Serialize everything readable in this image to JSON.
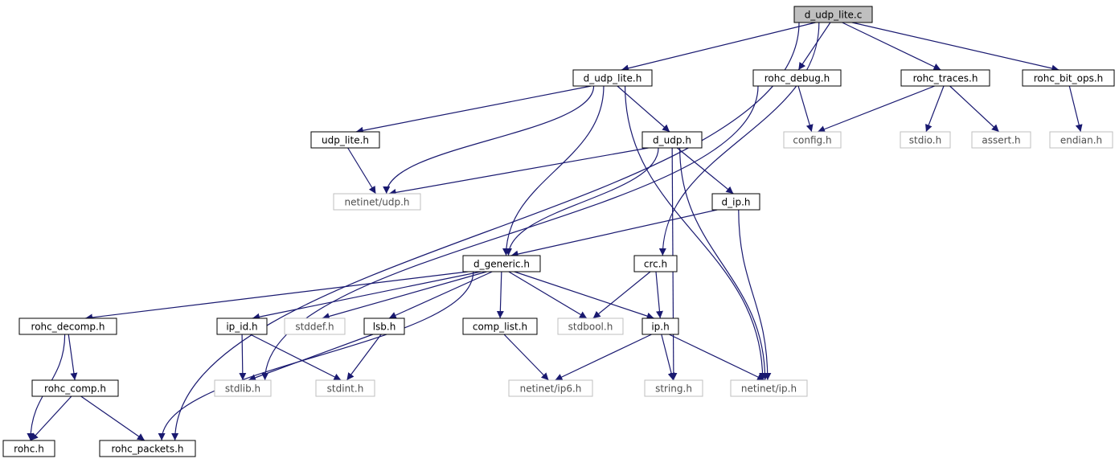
{
  "graph": {
    "root": "d_udp_lite.c",
    "nodes": [
      {
        "id": "d_udp_lite_c",
        "label": "d_udp_lite.c",
        "kind": "root"
      },
      {
        "id": "d_udp_lite_h",
        "label": "d_udp_lite.h",
        "kind": "internal"
      },
      {
        "id": "rohc_debug_h",
        "label": "rohc_debug.h",
        "kind": "internal"
      },
      {
        "id": "rohc_traces_h",
        "label": "rohc_traces.h",
        "kind": "internal"
      },
      {
        "id": "rohc_bit_ops_h",
        "label": "rohc_bit_ops.h",
        "kind": "internal"
      },
      {
        "id": "udp_lite_h",
        "label": "udp_lite.h",
        "kind": "internal"
      },
      {
        "id": "d_udp_h",
        "label": "d_udp.h",
        "kind": "internal"
      },
      {
        "id": "config_h",
        "label": "config.h",
        "kind": "external"
      },
      {
        "id": "stdio_h",
        "label": "stdio.h",
        "kind": "external"
      },
      {
        "id": "assert_h",
        "label": "assert.h",
        "kind": "external"
      },
      {
        "id": "endian_h",
        "label": "endian.h",
        "kind": "external"
      },
      {
        "id": "netinet_udp_h",
        "label": "netinet/udp.h",
        "kind": "external"
      },
      {
        "id": "d_ip_h",
        "label": "d_ip.h",
        "kind": "internal"
      },
      {
        "id": "d_generic_h",
        "label": "d_generic.h",
        "kind": "internal"
      },
      {
        "id": "crc_h",
        "label": "crc.h",
        "kind": "internal"
      },
      {
        "id": "rohc_decomp_h",
        "label": "rohc_decomp.h",
        "kind": "internal"
      },
      {
        "id": "ip_id_h",
        "label": "ip_id.h",
        "kind": "internal"
      },
      {
        "id": "stddef_h",
        "label": "stddef.h",
        "kind": "external"
      },
      {
        "id": "lsb_h",
        "label": "lsb.h",
        "kind": "internal"
      },
      {
        "id": "comp_list_h",
        "label": "comp_list.h",
        "kind": "internal"
      },
      {
        "id": "stdbool_h",
        "label": "stdbool.h",
        "kind": "external"
      },
      {
        "id": "ip_h",
        "label": "ip.h",
        "kind": "internal"
      },
      {
        "id": "rohc_comp_h",
        "label": "rohc_comp.h",
        "kind": "internal"
      },
      {
        "id": "stdlib_h",
        "label": "stdlib.h",
        "kind": "external"
      },
      {
        "id": "stdint_h",
        "label": "stdint.h",
        "kind": "external"
      },
      {
        "id": "netinet_ip6_h",
        "label": "netinet/ip6.h",
        "kind": "external"
      },
      {
        "id": "string_h",
        "label": "string.h",
        "kind": "external"
      },
      {
        "id": "netinet_ip_h",
        "label": "netinet/ip.h",
        "kind": "external"
      },
      {
        "id": "rohc_h",
        "label": "rohc.h",
        "kind": "internal"
      },
      {
        "id": "rohc_packets_h",
        "label": "rohc_packets.h",
        "kind": "internal"
      }
    ],
    "edges": [
      [
        "d_udp_lite_c",
        "d_udp_lite_h"
      ],
      [
        "d_udp_lite_c",
        "rohc_debug_h"
      ],
      [
        "d_udp_lite_c",
        "rohc_traces_h"
      ],
      [
        "d_udp_lite_c",
        "rohc_bit_ops_h"
      ],
      [
        "d_udp_lite_c",
        "crc_h"
      ],
      [
        "d_udp_lite_c",
        "rohc_packets_h"
      ],
      [
        "d_udp_lite_h",
        "udp_lite_h"
      ],
      [
        "d_udp_lite_h",
        "netinet_udp_h"
      ],
      [
        "d_udp_lite_h",
        "d_udp_h"
      ],
      [
        "d_udp_lite_h",
        "d_generic_h"
      ],
      [
        "d_udp_lite_h",
        "netinet_ip_h"
      ],
      [
        "rohc_debug_h",
        "config_h"
      ],
      [
        "rohc_debug_h",
        "stdlib_h"
      ],
      [
        "rohc_traces_h",
        "config_h"
      ],
      [
        "rohc_traces_h",
        "stdio_h"
      ],
      [
        "rohc_traces_h",
        "assert_h"
      ],
      [
        "rohc_bit_ops_h",
        "endian_h"
      ],
      [
        "udp_lite_h",
        "netinet_udp_h"
      ],
      [
        "d_udp_h",
        "netinet_udp_h"
      ],
      [
        "d_udp_h",
        "d_ip_h"
      ],
      [
        "d_udp_h",
        "d_generic_h"
      ],
      [
        "d_udp_h",
        "string_h"
      ],
      [
        "d_udp_h",
        "netinet_ip_h"
      ],
      [
        "d_ip_h",
        "d_generic_h"
      ],
      [
        "d_ip_h",
        "netinet_ip_h"
      ],
      [
        "d_generic_h",
        "rohc_decomp_h"
      ],
      [
        "d_generic_h",
        "ip_id_h"
      ],
      [
        "d_generic_h",
        "stddef_h"
      ],
      [
        "d_generic_h",
        "lsb_h"
      ],
      [
        "d_generic_h",
        "comp_list_h"
      ],
      [
        "d_generic_h",
        "stdbool_h"
      ],
      [
        "d_generic_h",
        "ip_h"
      ],
      [
        "d_generic_h",
        "rohc_packets_h"
      ],
      [
        "crc_h",
        "stdbool_h"
      ],
      [
        "crc_h",
        "ip_h"
      ],
      [
        "rohc_decomp_h",
        "rohc_comp_h"
      ],
      [
        "rohc_decomp_h",
        "rohc_h"
      ],
      [
        "rohc_comp_h",
        "rohc_h"
      ],
      [
        "rohc_comp_h",
        "rohc_packets_h"
      ],
      [
        "ip_id_h",
        "stdlib_h"
      ],
      [
        "ip_id_h",
        "stdint_h"
      ],
      [
        "lsb_h",
        "stdlib_h"
      ],
      [
        "lsb_h",
        "stdint_h"
      ],
      [
        "comp_list_h",
        "netinet_ip6_h"
      ],
      [
        "ip_h",
        "netinet_ip6_h"
      ],
      [
        "ip_h",
        "string_h"
      ],
      [
        "ip_h",
        "netinet_ip_h"
      ]
    ]
  }
}
